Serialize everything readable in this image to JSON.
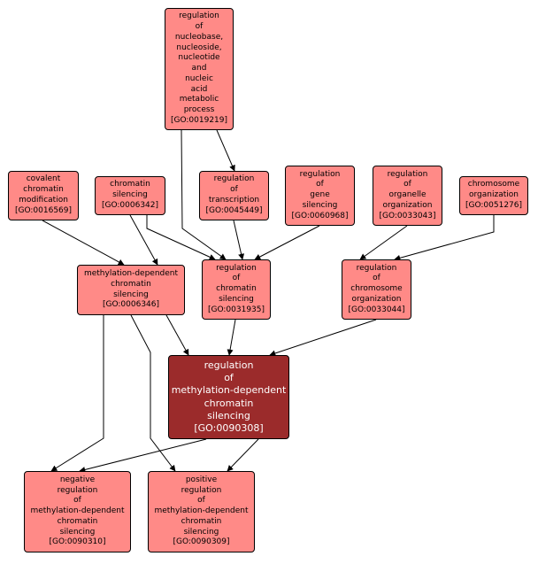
{
  "graph": {
    "colors": {
      "node_fill": "#ff8a87",
      "focus_fill": "#9b2b2b",
      "focus_text": "#ffffff",
      "edge": "#000000"
    },
    "nodes": {
      "n0019219": {
        "text": "regulation\nof\nnucleobase,\nnucleoside,\nnucleotide\nand\nnucleic\nacid\nmetabolic\nprocess\n[GO:0019219]"
      },
      "n0016569": {
        "text": "covalent\nchromatin\nmodification\n[GO:0016569]"
      },
      "n0006342": {
        "text": "chromatin\nsilencing\n[GO:0006342]"
      },
      "n0045449": {
        "text": "regulation\nof\ntranscription\n[GO:0045449]"
      },
      "n0060968": {
        "text": "regulation\nof\ngene\nsilencing\n[GO:0060968]"
      },
      "n0033043": {
        "text": "regulation\nof\norganelle\norganization\n[GO:0033043]"
      },
      "n0051276": {
        "text": "chromosome\norganization\n[GO:0051276]"
      },
      "n0006346": {
        "text": "methylation-dependent\nchromatin\nsilencing\n[GO:0006346]"
      },
      "n0031935": {
        "text": "regulation\nof\nchromatin\nsilencing\n[GO:0031935]"
      },
      "n0033044": {
        "text": "regulation\nof\nchromosome\norganization\n[GO:0033044]"
      },
      "n0090308": {
        "text": "regulation\nof\nmethylation-dependent\nchromatin\nsilencing\n[GO:0090308]"
      },
      "n0090310": {
        "text": "negative\nregulation\nof\nmethylation-dependent\nchromatin\nsilencing\n[GO:0090310]"
      },
      "n0090309": {
        "text": "positive\nregulation\nof\nmethylation-dependent\nchromatin\nsilencing\n[GO:0090309]"
      }
    },
    "edges": [
      {
        "from": "n0019219",
        "to": "n0045449"
      },
      {
        "from": "n0019219",
        "to": "n0031935"
      },
      {
        "from": "n0016569",
        "to": "n0006346"
      },
      {
        "from": "n0006342",
        "to": "n0006346"
      },
      {
        "from": "n0006342",
        "to": "n0031935"
      },
      {
        "from": "n0045449",
        "to": "n0031935"
      },
      {
        "from": "n0060968",
        "to": "n0031935"
      },
      {
        "from": "n0033043",
        "to": "n0033044"
      },
      {
        "from": "n0051276",
        "to": "n0033044"
      },
      {
        "from": "n0006346",
        "to": "n0090308"
      },
      {
        "from": "n0006346",
        "to": "n0090310"
      },
      {
        "from": "n0006346",
        "to": "n0090309"
      },
      {
        "from": "n0031935",
        "to": "n0090308"
      },
      {
        "from": "n0033044",
        "to": "n0090308"
      },
      {
        "from": "n0090308",
        "to": "n0090310"
      },
      {
        "from": "n0090308",
        "to": "n0090309"
      }
    ]
  }
}
